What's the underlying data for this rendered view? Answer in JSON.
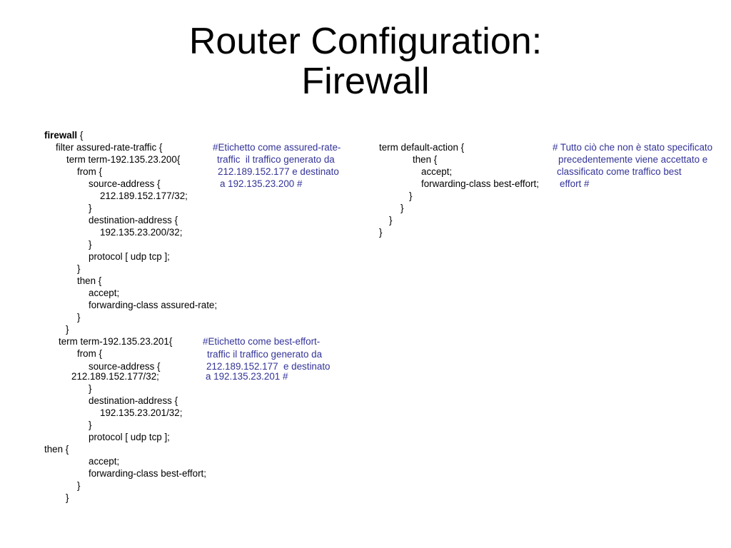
{
  "slide": {
    "title_line1": "Router Configuration:",
    "title_line2": "Firewall"
  },
  "left_code": {
    "l01_kw": "firewall",
    "l01_rest": " {",
    "l02": "filter assured-rate-traffic {",
    "l03": "term term-192.135.23.200{",
    "l04": "from {",
    "l05": "source-address {",
    "l06": "212.189.152.177/32;",
    "l07": "}",
    "l08": "destination-address {",
    "l09": "192.135.23.200/32;",
    "l10": "}",
    "l11": "protocol [ udp tcp ];",
    "l12": "}",
    "l13": "then {",
    "l14": "accept;",
    "l15": "forwarding-class assured-rate;",
    "l16": "}",
    "l17": "}",
    "l18": "term term-192.135.23.201{",
    "l19": "from {",
    "l20": "source-address {",
    "l21": "212.189.152.177/32;",
    "l22": "}",
    "l23": "destination-address {",
    "l24": "192.135.23.201/32;",
    "l25": "}",
    "l26": "protocol [ udp tcp ];",
    "l27": "then {",
    "l28": "accept;",
    "l29": "forwarding-class best-effort;",
    "l30": "}",
    "l31": "}"
  },
  "comment1": {
    "c1": "#Etichetto come assured-rate-",
    "c2": "traffic  il traffico generato da",
    "c3": "212.189.152.177 e destinato",
    "c4": "a 192.135.23.200 #"
  },
  "comment2": {
    "c1": "#Etichetto come best-effort-",
    "c2": "traffic il traffico generato da",
    "c3": "212.189.152.177  e destinato",
    "c4": "a 192.135.23.201 #"
  },
  "right_code": {
    "r1": "term default-action {",
    "r2": "then {",
    "r3": "accept;",
    "r4": "forwarding-class best-effort;",
    "r5": "}",
    "r6": "}",
    "r7": "}",
    "r8": "}"
  },
  "comment3": {
    "c1": "# Tutto ciò che non è stato specificato",
    "c2": "precedentemente viene accettato e",
    "c3": "classificato come traffico best",
    "c4": "effort #"
  }
}
